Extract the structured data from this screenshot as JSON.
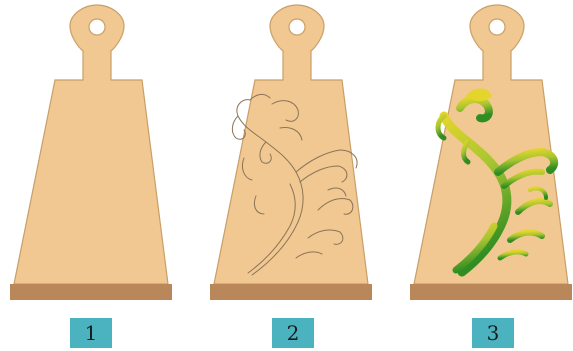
{
  "steps": [
    {
      "label": "1",
      "decoration": "none"
    },
    {
      "label": "2",
      "decoration": "outline"
    },
    {
      "label": "3",
      "decoration": "painted"
    }
  ],
  "colors": {
    "board": "#f1c892",
    "board_edge": "#c99f67",
    "board_base": "#b9875a",
    "outline_stroke": "#8a7456",
    "label_bg": "#4bb3bf",
    "paint_yellow": "#e3d52b",
    "paint_green": "#2f8d22"
  }
}
